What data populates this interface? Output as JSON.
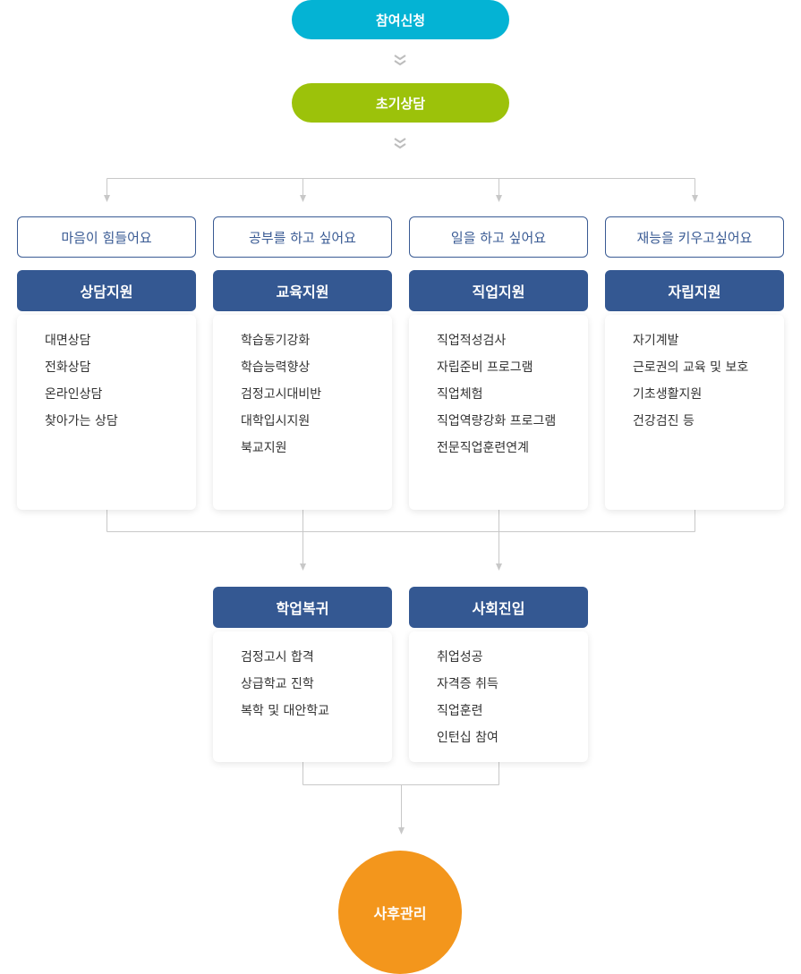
{
  "steps": {
    "apply": "참여신청",
    "initial_consult": "초기상담",
    "aftercare": "사후관리"
  },
  "needs": [
    "마음이 힘들어요",
    "공부를 하고 싶어요",
    "일을 하고 싶어요",
    "재능을 키우고싶어요"
  ],
  "supports": [
    {
      "title": "상담지원",
      "items": [
        "대면상담",
        "전화상담",
        "온라인상담",
        "찾아가는 상담"
      ]
    },
    {
      "title": "교육지원",
      "items": [
        "학습동기강화",
        "학습능력향상",
        "검정고시대비반",
        "대학입시지원",
        "북교지원"
      ]
    },
    {
      "title": "직업지원",
      "items": [
        "직업적성검사",
        "자립준비 프로그램",
        "직업체험",
        "직업역량강화 프로그램",
        "전문직업훈련연계"
      ]
    },
    {
      "title": "자립지원",
      "items": [
        "자기계발",
        "근로권의 교육 및 보호",
        "기초생활지원",
        "건강검진 등"
      ]
    }
  ],
  "outcomes": [
    {
      "title": "학업복귀",
      "items": [
        "검정고시 합격",
        "상급학교 진학",
        "복학 및 대안학교"
      ]
    },
    {
      "title": "사회진입",
      "items": [
        "취업성공",
        "자격증 취득",
        "직업훈련",
        "인턴십 참여"
      ]
    }
  ],
  "colors": {
    "apply": "#04b3d4",
    "initial_consult": "#9cc20a",
    "category": "#345892",
    "aftercare": "#f3961c",
    "connector": "#c8c8c8"
  }
}
